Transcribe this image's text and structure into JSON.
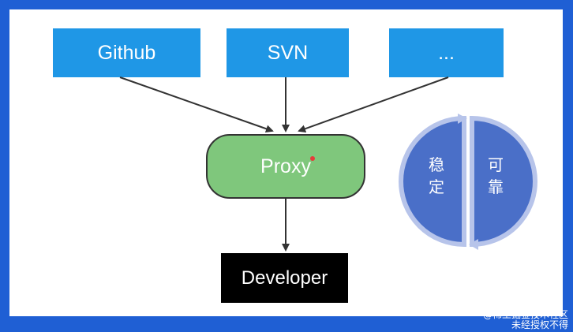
{
  "sources": [
    {
      "label": "Github"
    },
    {
      "label": "SVN"
    },
    {
      "label": "..."
    }
  ],
  "proxy": {
    "label": "Proxy"
  },
  "developer": {
    "label": "Developer"
  },
  "cycle": {
    "left_chars": [
      "稳",
      "定"
    ],
    "right_chars": [
      "可",
      "靠"
    ]
  },
  "watermark": {
    "line1": "@稀土掘金技术社区",
    "line2": "未经授权不得"
  },
  "colors": {
    "frame": "#1f5fd4",
    "source_box": "#1f97e6",
    "proxy_fill": "#7fc77c",
    "developer_fill": "#000000",
    "cycle_fill": "#4a6fc8",
    "cycle_ring": "#b7c4ea"
  }
}
